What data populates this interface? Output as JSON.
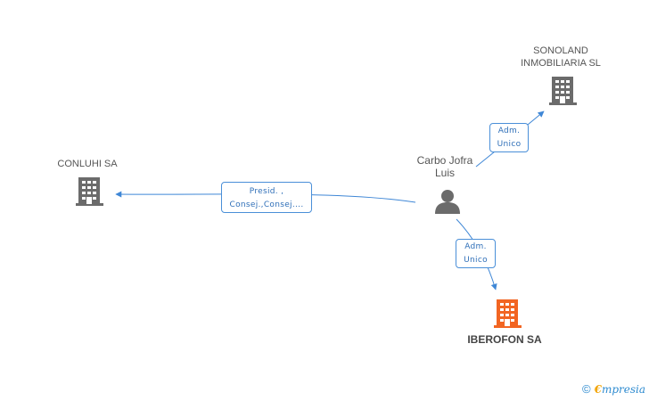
{
  "nodes": {
    "conluhi": {
      "name": "CONLUHI SA",
      "type": "company",
      "color": "#6b6b6b"
    },
    "sonoland": {
      "name": "SONOLAND\nINMOBILIARIA SL",
      "type": "company",
      "color": "#6b6b6b"
    },
    "person": {
      "name": "Carbo Jofra\nLuis",
      "type": "person",
      "color": "#6b6b6b"
    },
    "iberofon": {
      "name": "IBEROFON SA",
      "type": "company",
      "color": "#f26522"
    }
  },
  "edges": {
    "to_conluhi": {
      "label_line1": "Presid. ,",
      "label_line2": "Consej.,Consej...."
    },
    "to_sonoland": {
      "label_line1": "Adm.",
      "label_line2": "Unico"
    },
    "to_iberofon": {
      "label_line1": "Adm.",
      "label_line2": "Unico"
    }
  },
  "colors": {
    "edge": "#3f87d6"
  },
  "footer": {
    "copyright": "©",
    "brand_first": "€",
    "brand_rest": "mpresia"
  }
}
